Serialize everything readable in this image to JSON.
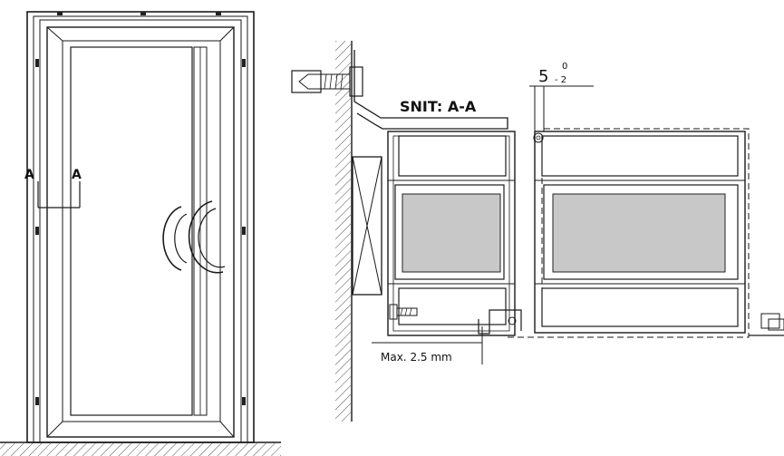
{
  "left_view": {
    "section_marker_left": "A",
    "section_marker_right": "A"
  },
  "section_view": {
    "title": "SNIT: A-A",
    "dimension_main": "5",
    "dimension_tol_upper": "0",
    "dimension_tol_lower": "- 2",
    "gap_note": "Max. 2.5 mm"
  },
  "colors": {
    "line": "#1a1a1a",
    "glass_fill": "#c8c8c8",
    "background": "#ffffff"
  }
}
